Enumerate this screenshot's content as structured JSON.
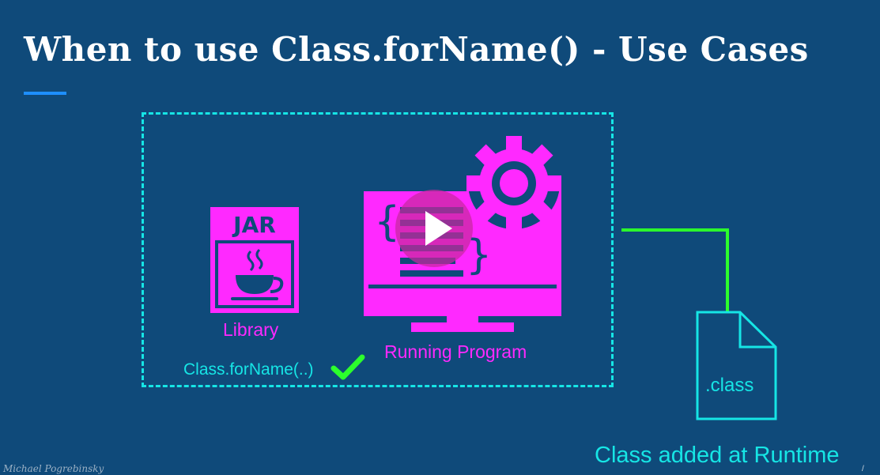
{
  "slide": {
    "title": "When to use Class.forName() - Use Cases",
    "author": "Michael Pogrebinsky",
    "corner_mark": "/"
  },
  "diagram": {
    "jar_label": "JAR",
    "library_label": "Library",
    "running_program_label": "Running Program",
    "forname_call": "Class.forName(..)",
    "class_file_label": ".class",
    "runtime_caption": "Class added at Runtime"
  },
  "colors": {
    "background": "#0f4a7a",
    "magenta": "#ff29ff",
    "cyan": "#16e5e5",
    "green": "#2cff2c",
    "accent_blue": "#1e8fff"
  },
  "icons": [
    "jar-icon",
    "coffee-cup-icon",
    "monitor-icon",
    "gear-icon",
    "checkmark-icon",
    "file-icon",
    "play-icon"
  ]
}
